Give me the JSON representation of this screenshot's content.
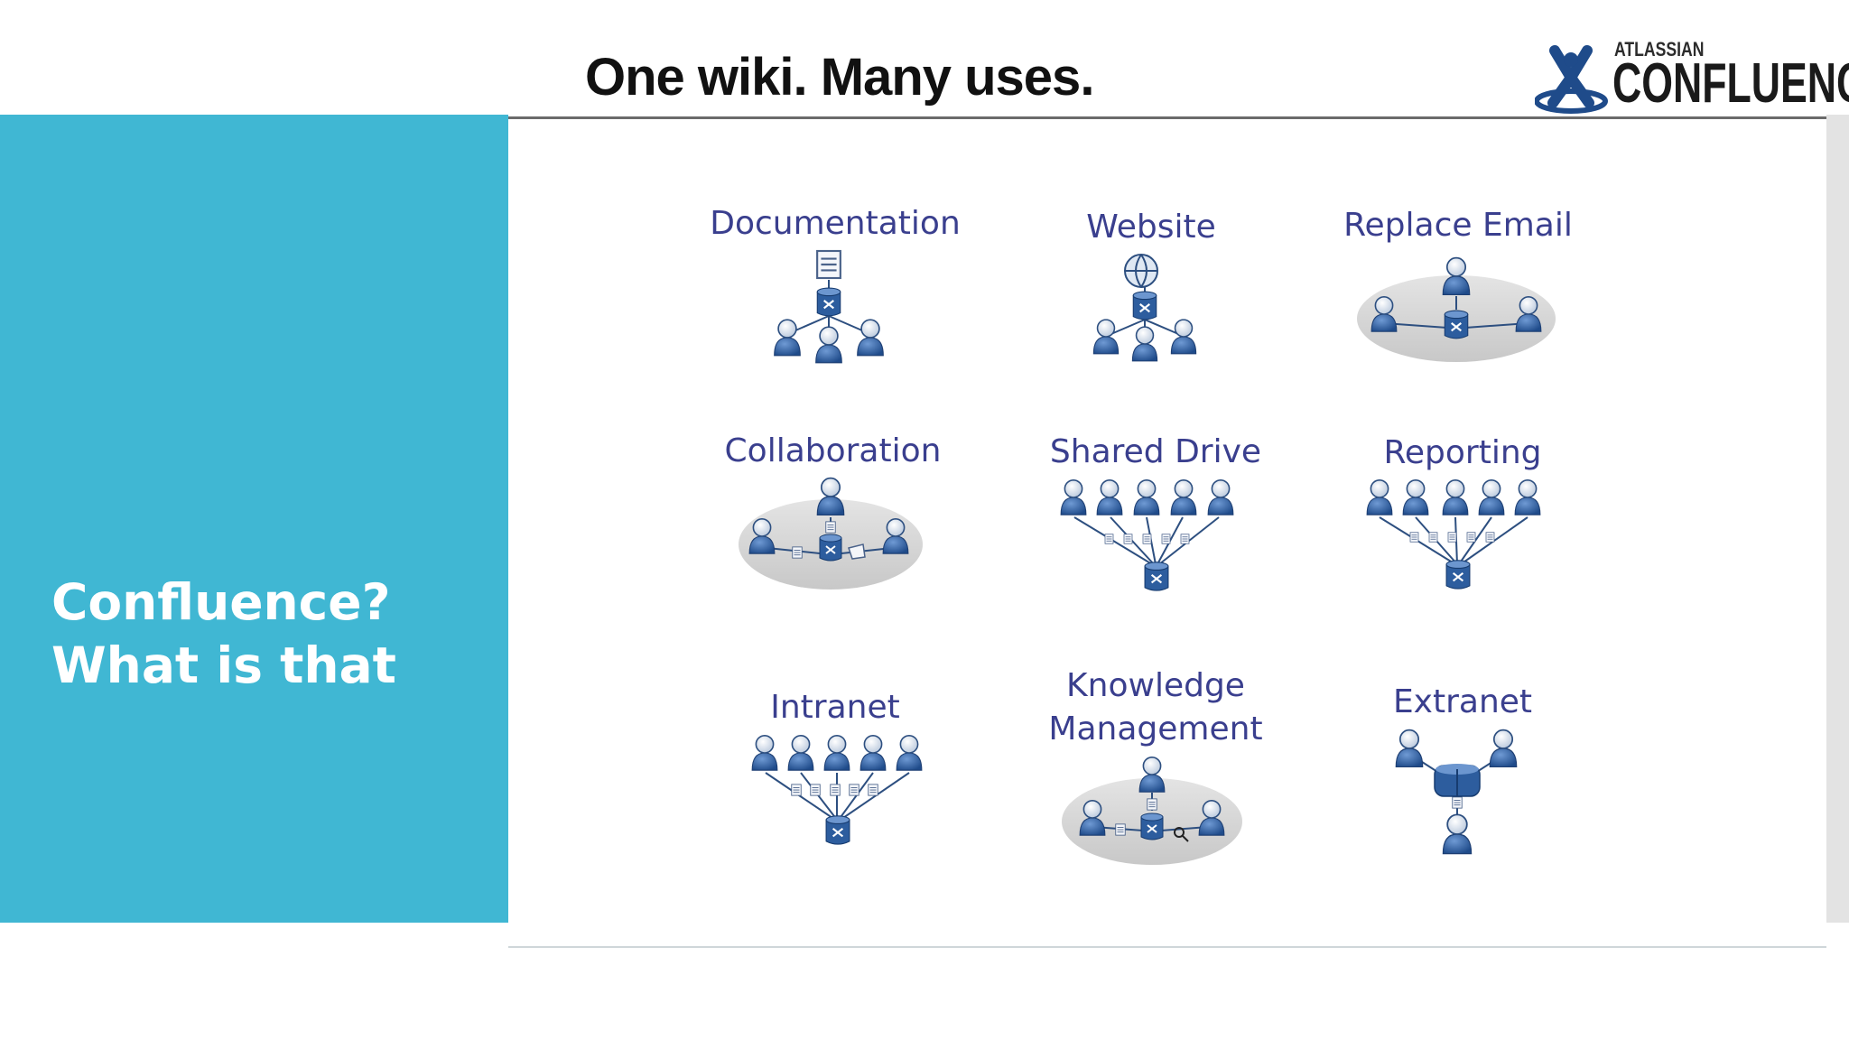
{
  "sidebar": {
    "title_line1": "Confluence?",
    "title_line2": "What is that"
  },
  "slide": {
    "title": "One wiki. Many uses.",
    "logo": {
      "small_text": "ATLASSIAN",
      "big_text": "CONFLUENCE"
    },
    "uses": [
      {
        "label": "Documentation"
      },
      {
        "label": "Website"
      },
      {
        "label": "Replace Email"
      },
      {
        "label": "Collaboration"
      },
      {
        "label": "Shared Drive"
      },
      {
        "label": "Reporting"
      },
      {
        "label": "Intranet"
      },
      {
        "label": "Knowledge Management"
      },
      {
        "label": "Extranet"
      }
    ]
  },
  "colors": {
    "panel": "#40b7d3",
    "label": "#3a3f8e",
    "icon_blue": "#2d5d9e",
    "disc": "#d6d6d6"
  },
  "icons": [
    "document-icon",
    "globe-icon",
    "user-icon",
    "server-icon",
    "file-icon",
    "magnifier-icon",
    "envelope-icon",
    "atlassian-logo-icon"
  ]
}
